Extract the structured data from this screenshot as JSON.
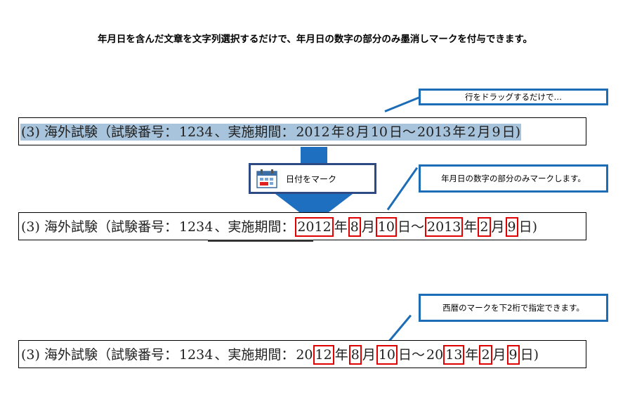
{
  "headline": "年月日を含んだ文章を文字列選択するだけで、年月日の数字の部分のみ墨消しマークを付与できます。",
  "callouts": {
    "drag": "行をドラッグするだけで…",
    "digits": "年月日の数字の部分のみマークします。",
    "last2": "西暦のマークを下2桁で指定できます。"
  },
  "tooltip": {
    "label": "日付をマーク",
    "icon": "calendar-icon"
  },
  "document_text": {
    "part1": "(3) 海外試験（試験番号：",
    "num": "1234",
    "part2": "、実施期間：",
    "y1": "2012",
    "y1_pre": "20",
    "y1_last2": "12",
    "nen": "年",
    "m1": "8",
    "tsuki": "月",
    "d1": "10",
    "hi_tilde": "日～",
    "y2": "2013",
    "y2_pre": "20",
    "y2_last2": "13",
    "m2": "2",
    "d2": "9",
    "hi_close": "日)"
  },
  "colors": {
    "selection": "#a7c4dc",
    "mark": "#e00000",
    "callout_border": "#1c6cb8",
    "arrow": "#1f6fc1"
  }
}
